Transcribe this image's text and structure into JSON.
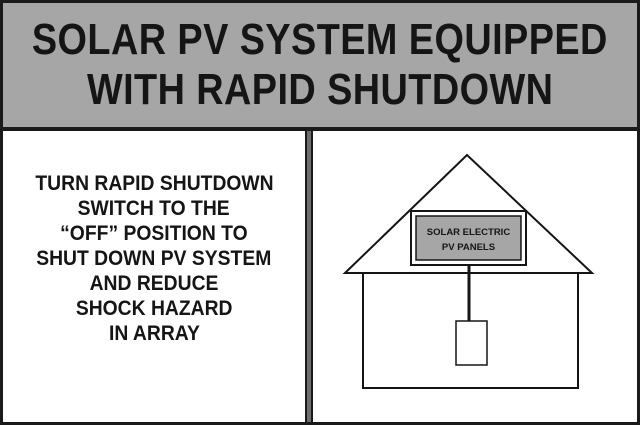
{
  "sign": {
    "title_lines": [
      "SOLAR PV SYSTEM EQUIPPED",
      "WITH RAPID SHUTDOWN"
    ],
    "instruction_lines": [
      "TURN RAPID SHUTDOWN",
      "SWITCH TO THE",
      "“OFF” POSITION TO",
      "SHUT DOWN PV SYSTEM",
      "AND REDUCE",
      "SHOCK HAZARD",
      "IN ARRAY"
    ],
    "diagram": {
      "panel_label_lines": [
        "SOLAR ELECTRIC",
        "PV PANELS"
      ]
    },
    "colors": {
      "header_background": "#a6a6a6",
      "panel_fill": "#a6a6a6",
      "ink": "#151515",
      "divider": "#6d6d6d"
    }
  }
}
